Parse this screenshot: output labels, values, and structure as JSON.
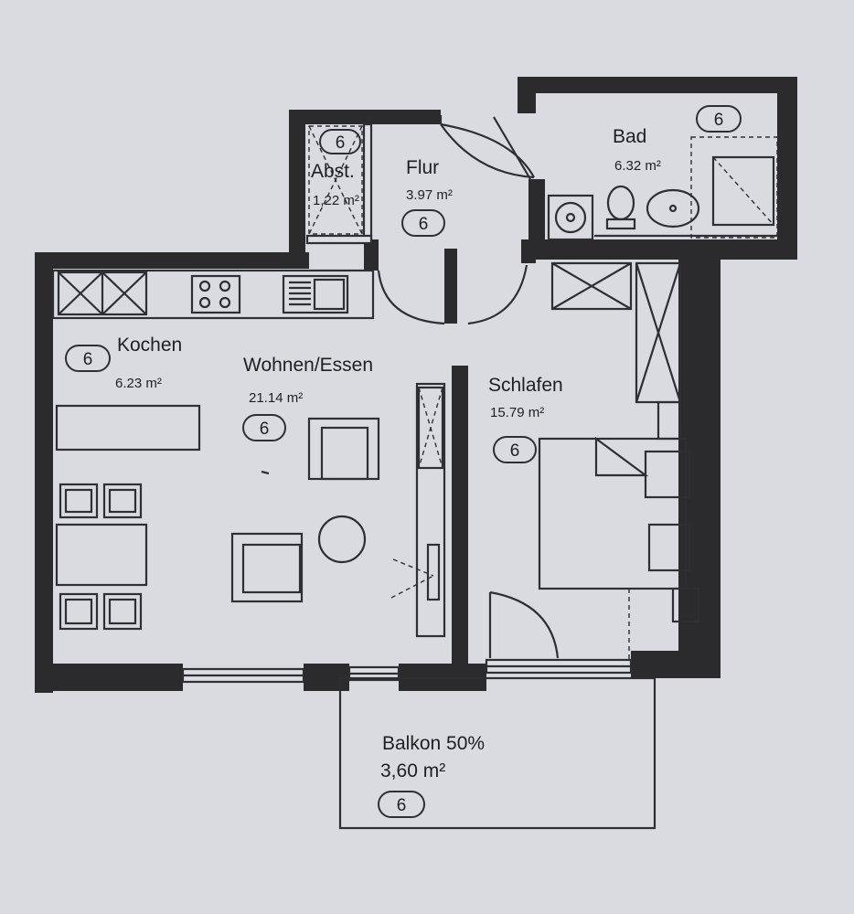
{
  "rooms": {
    "abst": {
      "name": "Abst.",
      "area": "1,22 m²",
      "tag": "6"
    },
    "flur": {
      "name": "Flur",
      "area": "3.97 m²",
      "tag": "6"
    },
    "bad": {
      "name": "Bad",
      "area": "6.32 m²",
      "tag": "6"
    },
    "kochen": {
      "name": "Kochen",
      "area": "6.23 m²",
      "tag": "6"
    },
    "wohnen": {
      "name": "Wohnen/Essen",
      "area": "21.14 m²",
      "tag": "6"
    },
    "schlafen": {
      "name": "Schlafen",
      "area": "15.79 m²",
      "tag": "6"
    },
    "balkon": {
      "name": "Balkon 50%",
      "area": "3,60 m²",
      "tag": "6"
    }
  }
}
